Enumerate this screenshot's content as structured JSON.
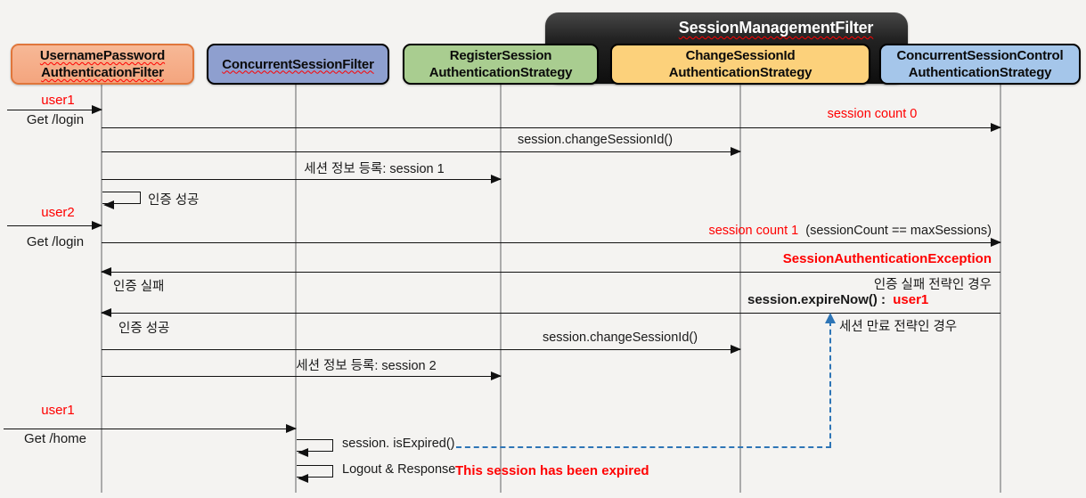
{
  "colors": {
    "red": "#FF0000",
    "blue_dash": "#2E75B6",
    "line": "#111111",
    "lifeline": "#ABABAB",
    "background": "#F4F3F1",
    "box1_fill": "#F4A57E",
    "box1_border": "#E0763B",
    "box2_fill": "#8E9FCF",
    "box3_fill": "#A9CD90",
    "box4_fill": "#FCD17B",
    "box5_fill": "#A5C6EA",
    "group_fill": "#1E1E1E"
  },
  "header": {
    "group_label": "SessionManagementFilter",
    "actors": [
      {
        "line1": "UsernamePassword",
        "line2": "AuthenticationFilter"
      },
      {
        "line1": "ConcurrentSessionFilter"
      },
      {
        "line1": "RegisterSession",
        "line2": "AuthenticationStrategy"
      },
      {
        "line1": "ChangeSessionId",
        "line2": "AuthenticationStrategy"
      },
      {
        "line1": "ConcurrentSessionControl",
        "line2": "AuthenticationStrategy"
      }
    ]
  },
  "messages": {
    "call1": {
      "user": "user1",
      "request": "Get /login"
    },
    "session_count_0": "session count 0",
    "change_session_id_1": "session.changeSessionId()",
    "register_session_1": "세션 정보 등록: session 1",
    "auth_success_1": "인증 성공",
    "call2": {
      "user": "user2",
      "request": "Get /login"
    },
    "session_count_1": {
      "red": "session count 1",
      "black": "(sessionCount == maxSessions)"
    },
    "session_auth_exception": "SessionAuthenticationException",
    "auth_fail": "인증 실패",
    "auth_fail_strategy_case": "인증 실패 전략인 경우",
    "expire_now": {
      "black": "session.expireNow() :",
      "red": "user1"
    },
    "auth_success_2": "인증 성공",
    "session_expire_strategy_case": "세션 만료 전략인 경우",
    "change_session_id_2": "session.changeSessionId()",
    "register_session_2": "세션 정보 등록: session 2",
    "call3": {
      "user": "user1",
      "request": "Get /home"
    },
    "is_expired": "session. isExpired()",
    "logout_response": "Logout & Response",
    "expired_notice": "This session has been expired"
  }
}
